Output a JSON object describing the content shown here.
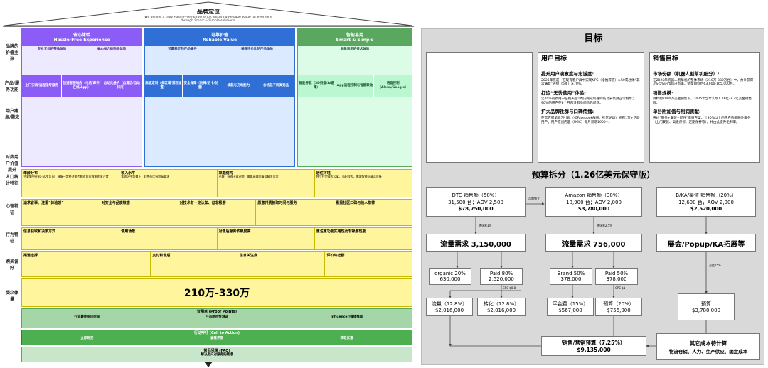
{
  "left": {
    "pyramid_title": "品牌定位",
    "pyramid_sub": "We deliver a truly Hassle-Free Experience, ensuring Reliable Value for everyone through Smart & Simple solutions.",
    "row_labels": [
      "品牌的价值主张",
      "产品/服务功能",
      "用户痛点/需求",
      "对应用户价值提升",
      "人口统计特征",
      "心理特征",
      "行为特征",
      "购买偏好",
      "受众体量"
    ],
    "cols": [
      {
        "title": "省心体验",
        "subtitle": "Hassle-Free Experience",
        "color": "#8b5cf6",
        "light": "#ede9fe"
      },
      {
        "title": "可靠价值",
        "subtitle": "Reliable Value",
        "color": "#2f6fd6",
        "light": "#dbeafe"
      },
      {
        "title": "智能易用",
        "subtitle": "Smart & Simple",
        "color": "#5aa860",
        "light": "#dcfce7"
      }
    ],
    "value_heads": [
      "专业无忧的整体体验",
      "省心省力的购买体验",
      "可靠稳定的产品硬件",
      "兼顾性价比的产品体验",
      "智能易用的技术体验"
    ],
    "func_heads": [
      "上门安装/远程指导服务",
      "快速客服响应（电话/邮件/在线/App）",
      "自动化维护（自清洁/自动排污）",
      "高级定制（多区域/禁区设置）",
      "安全保障（防摔/防卡/防撞）",
      "续航与充电能力",
      "价格低于同类竞品",
      "智能导航（3D扫描/AI避障）",
      "App远程控制与智能联动",
      "语音控制（Alexa/Google）"
    ],
    "demo": [
      {
        "h": "年龄分布",
        "b": "主要集中在30-50岁区间，具备一定经济能力和对居家效率的关注度"
      },
      {
        "h": "收入水平",
        "b": "年收入中等偏上，对性价比有较高要求"
      },
      {
        "h": "家庭结构",
        "b": "已婚，有孩子或宠物，需要高效的清洁解决方案"
      },
      {
        "h": "居住环境",
        "b": "独立住宅或大公寓，面积较大，需要智能化清洁设备"
      }
    ],
    "psy": [
      {
        "h": "追求省事、注重“体验感”"
      },
      {
        "h": "对安全与品质敏感"
      },
      {
        "h": "对技术有一定认知、但非极客"
      },
      {
        "h": "愿意付费换取时间与服务"
      },
      {
        "h": "看重社区口碑与他人推荐"
      }
    ],
    "beh": [
      {
        "h": "信息获取和决策方式"
      },
      {
        "h": "使用场景"
      },
      {
        "h": "对售后服务依赖度高"
      },
      {
        "h": "重注重功能实用性而非极客性能"
      }
    ],
    "buy": [
      {
        "h": "渠道选择"
      },
      {
        "h": "支付和售后"
      },
      {
        "h": "信息关注点"
      },
      {
        "h": "评价与社群"
      }
    ],
    "audience": "210万-330万",
    "proof_title": "证明点 (Proof Points)",
    "proof_items": [
      "行业最佳响应时间",
      "产品耐用性测试",
      "Influencer/媒体推荐"
    ],
    "cta_title": "行动呼吁 (Call to Action)",
    "cta_items": [
      "立即购买",
      "查看评测",
      "获取优惠"
    ],
    "faq_title": "常见问题 (FAQ)",
    "faq_sub": "解决用户对服务的疑虑"
  },
  "right": {
    "goal_title": "目标",
    "brand": {
      "a": "Brand 50%",
      "b": "378,000"
    },
    "user": {
      "h": "用户目标",
      "s1": "提升用户满意度与忠诚度:",
      "p1": "2025年底前，在现有客户群中实现NPS（净推荐值）≥50或总体“非常满意”评价（5星）≥70%。",
      "s2": "打造“无忧使用”体验:",
      "p2": "让70%的新用户在购买后1周内完成机器的成功安装并正常割草；90%的用户在3个月内没有负面售后问题。",
      "s3": "扩大品牌社群与口碑传播:",
      "p3": "在官方或第三方社群（如Facebook群组、社区论坛）拥有1万+活跃用户；用户原创内容（UGC）每月新增1000+。"
    },
    "sales": {
      "h": "销售目标",
      "s1": "市场份额（机器人割草机细分）:",
      "p1": "在2025年机器人割草机的整体市场（210万-330万台）中，力争获得3%-5%的市场占有率，销量目标约63,000-165,000台。",
      "s2": "销售规模:",
      "p2": "目标约2000万美金销售下，2025年全年实现1.26亿-3.3亿美金销售额。",
      "s3": "单台附加值与利润贡献:",
      "p3": "通过“服务+安装+配件”增值方案，让30%以上的用户购买额外服务（上门安装、高级保修、定期保养等），并由此提升毛利率。"
    },
    "budget_title": "预算拆分（1.26亿美元保守版）",
    "dtc": {
      "l1": "DTC 销售额（50%）",
      "l2": "31,500 台；AOV 2,500",
      "l3": "$78,750,000"
    },
    "amazon": {
      "l1": "Amazon 销售额（30%）",
      "l2": "18,900 台；AOV 2,000",
      "l3": "$3,780,000"
    },
    "bka": {
      "l1": "B/KA/渠道 销售额（20%）",
      "l2": "12,600 台，AOV 2,000",
      "l3": "$2,520,000"
    },
    "arrow1": "转化率1%",
    "arrow2": "转化率2.5%",
    "arrow3": "占比15%",
    "arrow_h": "品牌独立",
    "dtc_flow": "流量需求 3,150,000",
    "amz_flow": "流量需求 756,000",
    "bka_flow": "展会/Popup/KA拓展等",
    "organic": {
      "a": "organic 20%",
      "b": "630,000"
    },
    "paid_d": {
      "a": "Paid 80%",
      "b": "2,520,000"
    },
    "paid_a": {
      "a": "Paid 50%",
      "b": "378,000"
    },
    "cpc1": "CPC $0.8",
    "cpc2": "CPC $1",
    "traffic": {
      "a": "流量（12.8%）",
      "b": "$2,016,000"
    },
    "conv": {
      "a": "转化（12.8%）",
      "b": "$2,016,000"
    },
    "platform": {
      "a": "平台费（15%）",
      "b": "$567,000"
    },
    "promo": {
      "a": "预算（20%）",
      "b": "$756,000"
    },
    "bka_budget": {
      "a": "预算",
      "b": "$3,780,000"
    },
    "mkt": {
      "a": "销售/营销预算（7.25%）",
      "b": "$9,135,000"
    },
    "other": {
      "a": "其它成本待计算",
      "b": "物流仓储、人力、生产供应、固定成本"
    }
  }
}
